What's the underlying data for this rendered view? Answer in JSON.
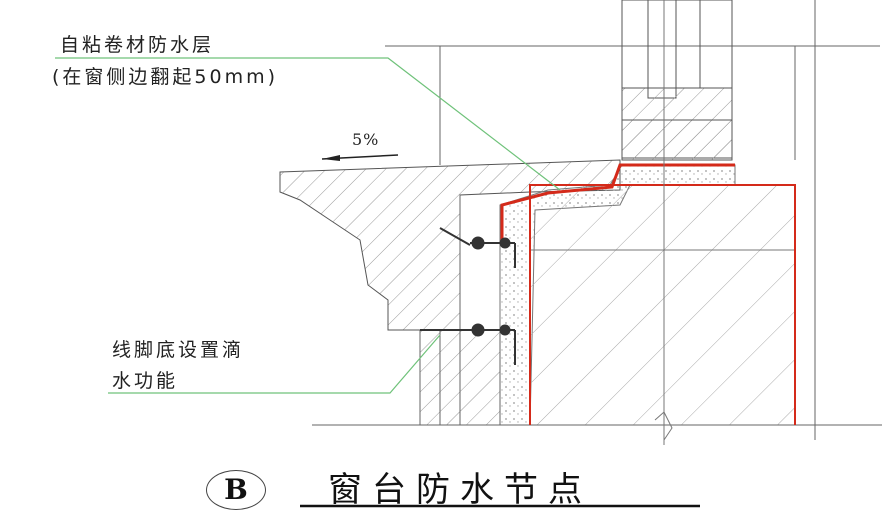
{
  "annotations": {
    "membrane_line1": "自粘卷材防水层",
    "membrane_line2": "(在窗侧边翻起50mm)",
    "drip_line1": "线脚底设置滴",
    "drip_line2": "水功能",
    "slope": "5%"
  },
  "title": {
    "badge": "B",
    "text": "窗台防水节点"
  },
  "colors": {
    "membrane": "#d42a1a",
    "leader": "#6fc27a",
    "line": "#555555"
  }
}
